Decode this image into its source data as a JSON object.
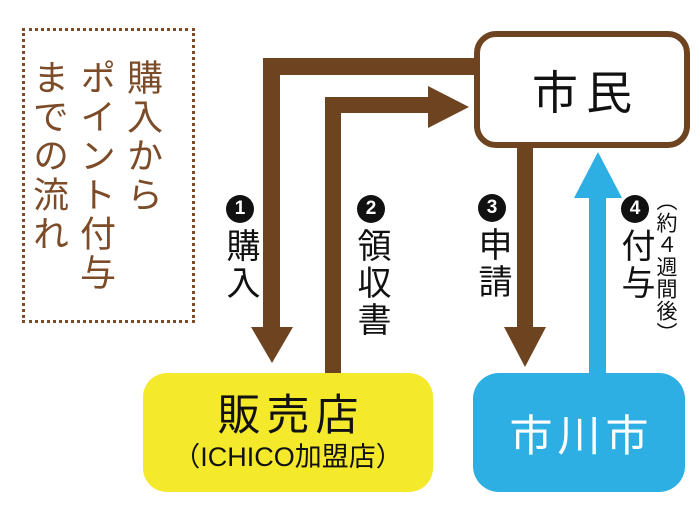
{
  "colors": {
    "brown": "#6D4320",
    "brown_title": "#7C4B27",
    "blue": "#2EAFE4",
    "yellow": "#F5E92C",
    "black": "#111111",
    "white": "#ffffff"
  },
  "title": {
    "text": "購入から\nポイント付与\nまでの流れ"
  },
  "nodes": {
    "citizen": {
      "label": "市民"
    },
    "store": {
      "label": "販売店",
      "sublabel": "（ICHICO加盟店）"
    },
    "city": {
      "label": "市川市"
    }
  },
  "steps": [
    {
      "num": "1",
      "label": "購入"
    },
    {
      "num": "2",
      "label": "領収書"
    },
    {
      "num": "3",
      "label": "申請"
    },
    {
      "num": "4",
      "label": "付与",
      "note": "（約４週間後）"
    }
  ]
}
